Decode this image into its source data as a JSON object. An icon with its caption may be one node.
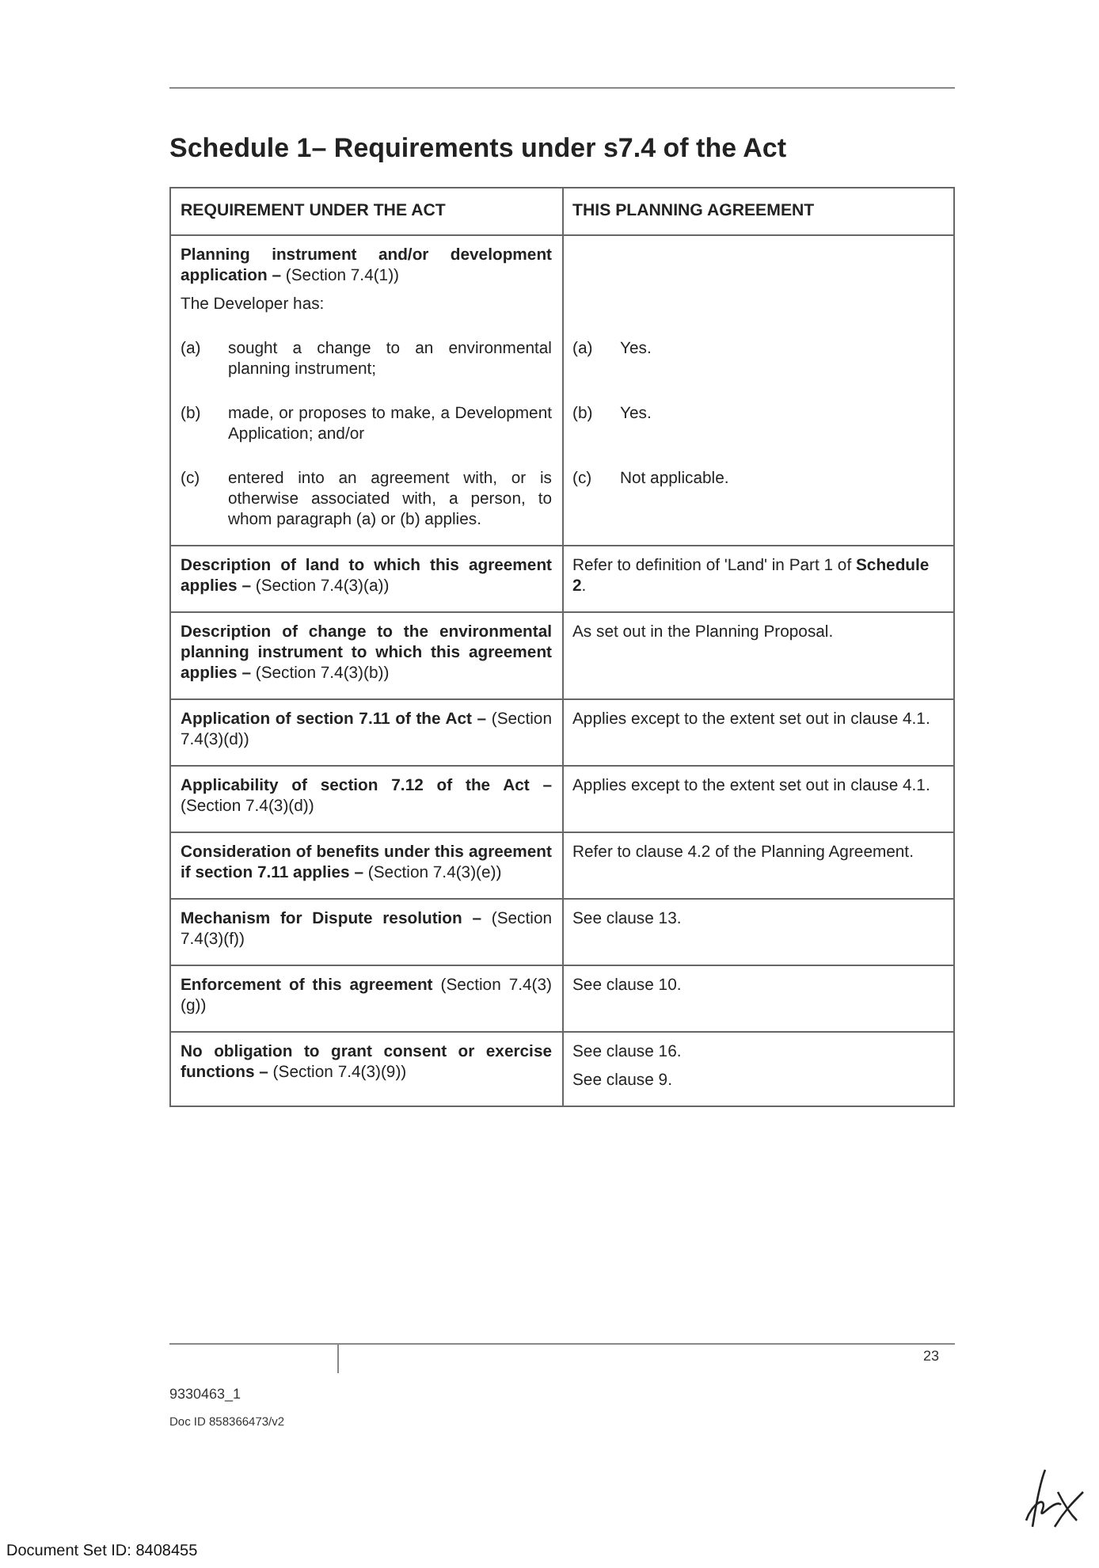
{
  "diagram": {
    "title": "Schedule 1– Requirements under s7.4 of the Act",
    "labels": [
      "REQUIREMENT UNDER THE ACT",
      "THIS PLANNING AGREEMENT",
      "**Planning instrument and/or development application –** (Section 7.4(1))",
      "The Developer has:",
      "(a)",
      "sought a change to an environmental planning instrument;",
      "(a)",
      "Yes.",
      "(b)",
      "made, or proposes to make, a Development Application; and/or",
      "(b)",
      "Yes.",
      "(c)",
      "entered into an agreement with, or is otherwise associated with, a person, to whom paragraph (a) or (b) applies.",
      "(c)",
      "Not applicable.",
      "**Description of land to which this agreement applies –** (Section 7.4(3)(a))",
      "Refer to definition of 'Land' in Part 1 of **Schedule 2**.",
      "**Description of change to the environmental planning instrument to which this agreement applies –** (Section 7.4(3)(b))",
      "As set out in the Planning Proposal.",
      "**Application of section 7.11 of the Act –** (Section 7.4(3)(d))",
      "Applies except to the extent set out in clause 4.1.",
      "**Applicability of section 7.12 of the Act –** (Section 7.4(3)(d))",
      "Applies except to the extent set out in clause 4.1.",
      "**Consideration of benefits under this agreement if section 7.11 applies –** (Section 7.4(3)(e))",
      "Refer to clause 4.2 of the Planning Agreement.",
      "**Mechanism for Dispute resolution –** (Section 7.4(3)(f))",
      "See clause 13.",
      "**Enforcement of this agreement** (Section 7.4(3)(g))",
      "See clause 10.",
      "**No obligation to grant consent or exercise functions –** (Section 7.4(3)(9))",
      "See clause 16.",
      "See clause 9.",
      "23",
      "9330463_1",
      "Doc ID 858366473/v2",
      "Document Set ID: 8408455"
    ]
  }
}
